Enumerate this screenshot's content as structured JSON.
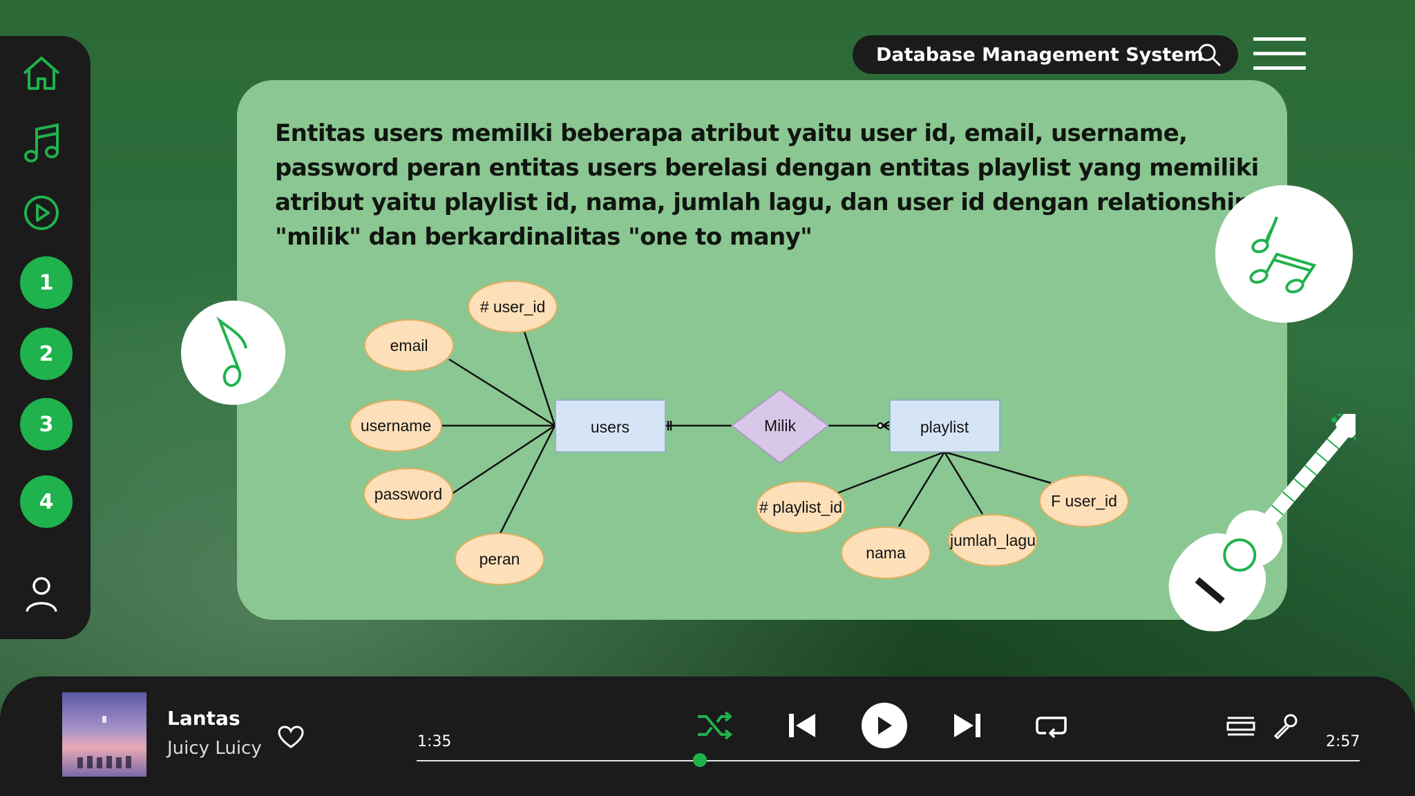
{
  "app": {
    "title": "Database Management System"
  },
  "sidebar": {
    "items": [
      {
        "icon": "home-icon"
      },
      {
        "icon": "music-note-icon"
      },
      {
        "icon": "play-circle-icon"
      },
      {
        "label": "1"
      },
      {
        "label": "2"
      },
      {
        "label": "3"
      },
      {
        "label": "4"
      },
      {
        "icon": "user-icon"
      }
    ]
  },
  "content": {
    "description": "Entitas users memilki beberapa atribut yaitu user id, email, username, password peran entitas users berelasi dengan entitas playlist yang memiliki atribut yaitu playlist id, nama, jumlah lagu, dan user id dengan relationship \"milik\" dan berkardinalitas \"one to many\"",
    "erd": {
      "entities": {
        "users": "users",
        "playlist": "playlist"
      },
      "relationship": "Milik",
      "users_attributes": {
        "user_id": "# user_id",
        "email": "email",
        "username": "username",
        "password": "password",
        "peran": "peran"
      },
      "playlist_attributes": {
        "playlist_id": "# playlist_id",
        "nama": "nama",
        "jumlah_lagu": "jumlah_lagu",
        "user_id": "F user_id"
      }
    }
  },
  "player": {
    "track_title": "Lantas",
    "artist": "Juicy Luicy",
    "current_time": "1:35",
    "total_time": "2:57",
    "progress": 0.3,
    "accent_color": "#1fb24d"
  }
}
